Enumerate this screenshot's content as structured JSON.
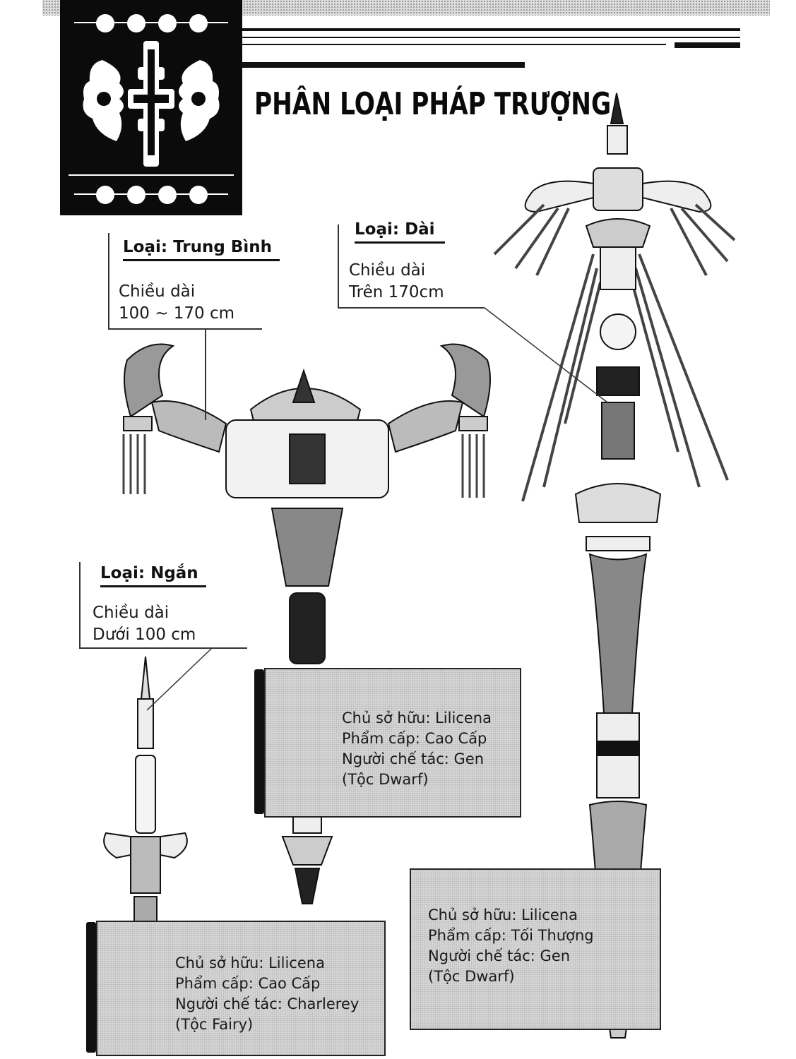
{
  "title": "PHÂN LOẠI PHÁP TRƯỢNG",
  "types": {
    "medium": {
      "name": "Loại: Trung Bình",
      "line1": "Chiều dài",
      "line2": "100 ~ 170 cm"
    },
    "long": {
      "name": "Loại: Dài",
      "line1": "Chiều dài",
      "line2": "Trên 170cm"
    },
    "short": {
      "name": "Loại: Ngắn",
      "line1": "Chiều dài",
      "line2": "Dưới 100 cm"
    }
  },
  "cards": {
    "medium": {
      "owner": "Chủ sở hữu: Lilicena",
      "grade": "Phẩm cấp: Cao Cấp",
      "maker": "Người chế tác: Gen",
      "race": "(Tộc Dwarf)"
    },
    "long": {
      "owner": "Chủ sở hữu: Lilicena",
      "grade": "Phẩm cấp: Tối Thượng",
      "maker": "Người chế tác: Gen",
      "race": "(Tộc Dwarf)"
    },
    "short": {
      "owner": "Chủ sở hữu: Lilicena",
      "grade": "Phẩm cấp: Cao Cấp",
      "maker": "Người chế tác: Charlerey",
      "race": "(Tộc Fairy)"
    }
  }
}
